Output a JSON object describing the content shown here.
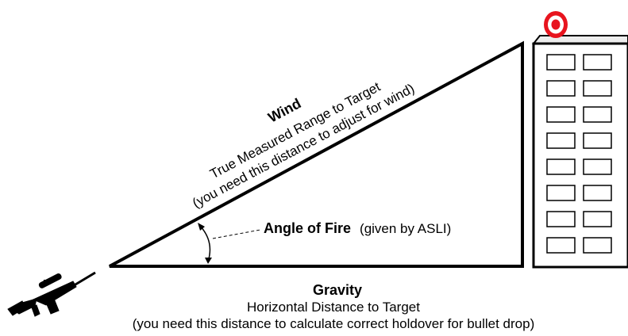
{
  "labels": {
    "wind_title": "Wind",
    "wind_line1": "True Measured Range to Target",
    "wind_line2": "(you need this distance to adjust for wind)",
    "angle_title": "Angle of Fire",
    "angle_note": "(given by ASLI)",
    "gravity_title": "Gravity",
    "gravity_line1": "Horizontal Distance to Target",
    "gravity_line2": "(you need this distance to calculate correct holdover for bullet drop)"
  },
  "colors": {
    "line": "#000000",
    "building_face": "#ffffff",
    "building_side": "#e8e8e8",
    "target_red": "#e8141e"
  },
  "building": {
    "window_rows": 8,
    "window_cols": 2
  }
}
